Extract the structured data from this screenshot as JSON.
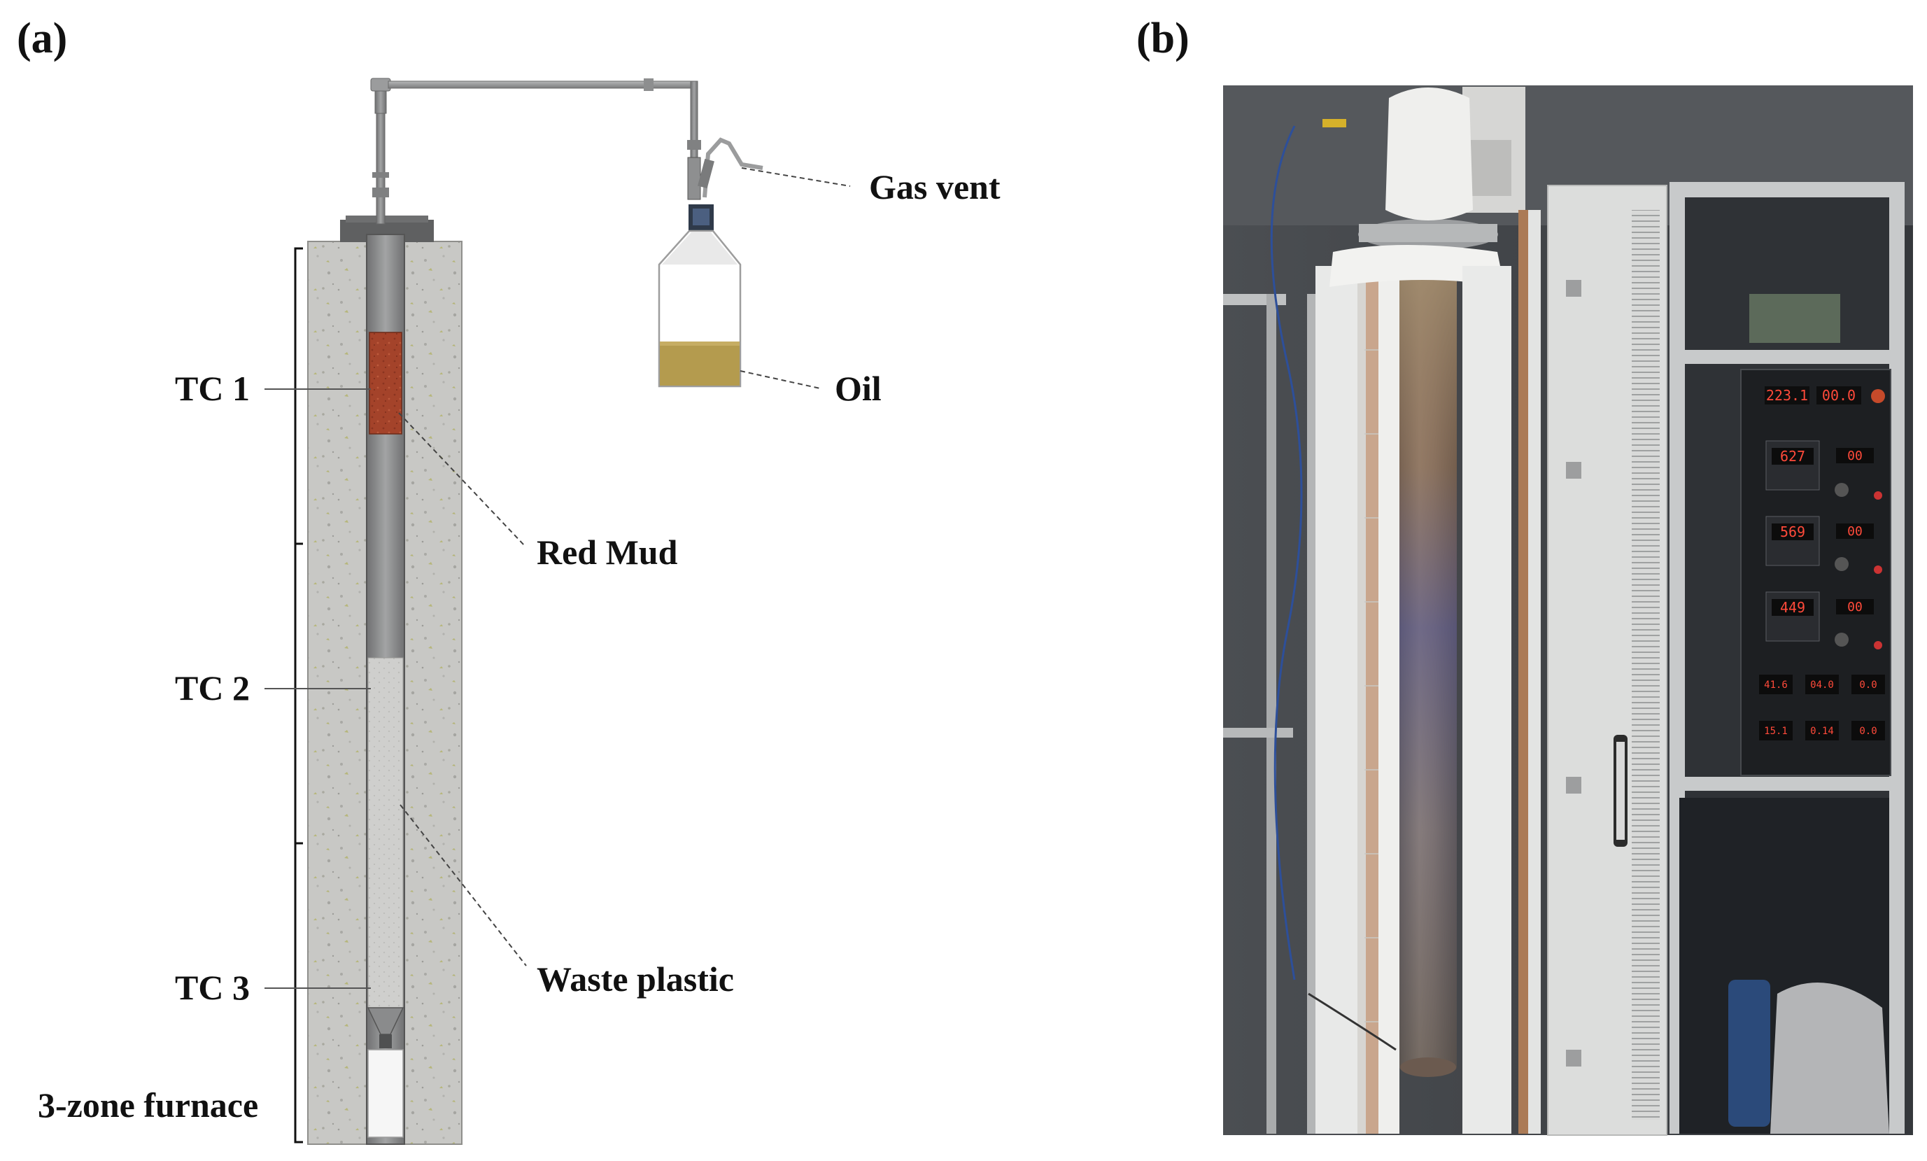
{
  "panels": {
    "a": {
      "letter": "(a)"
    },
    "b": {
      "letter": "(b)"
    }
  },
  "schematic": {
    "labels": {
      "gas_vent": "Gas vent",
      "oil": "Oil",
      "tc1": "TC 1",
      "tc2": "TC 2",
      "tc3": "TC 3",
      "red_mud": "Red Mud",
      "waste_plastic": "Waste plastic",
      "furnace": "3-zone furnace"
    }
  },
  "photo": {
    "controller_readouts": [
      "223.1",
      "00.0",
      "627",
      "00",
      "569",
      "00",
      "449",
      "00"
    ],
    "indicator_readouts": [
      "41.6",
      "04.0",
      "0.0",
      "15.1",
      "0.14",
      "0.0"
    ]
  },
  "colors": {
    "furnace": "#c9c9c6",
    "tube": "#8e8f90",
    "red_mud": "#a4432a",
    "oil": "#b49b4e",
    "sample_fill": "#cfcfcd"
  }
}
